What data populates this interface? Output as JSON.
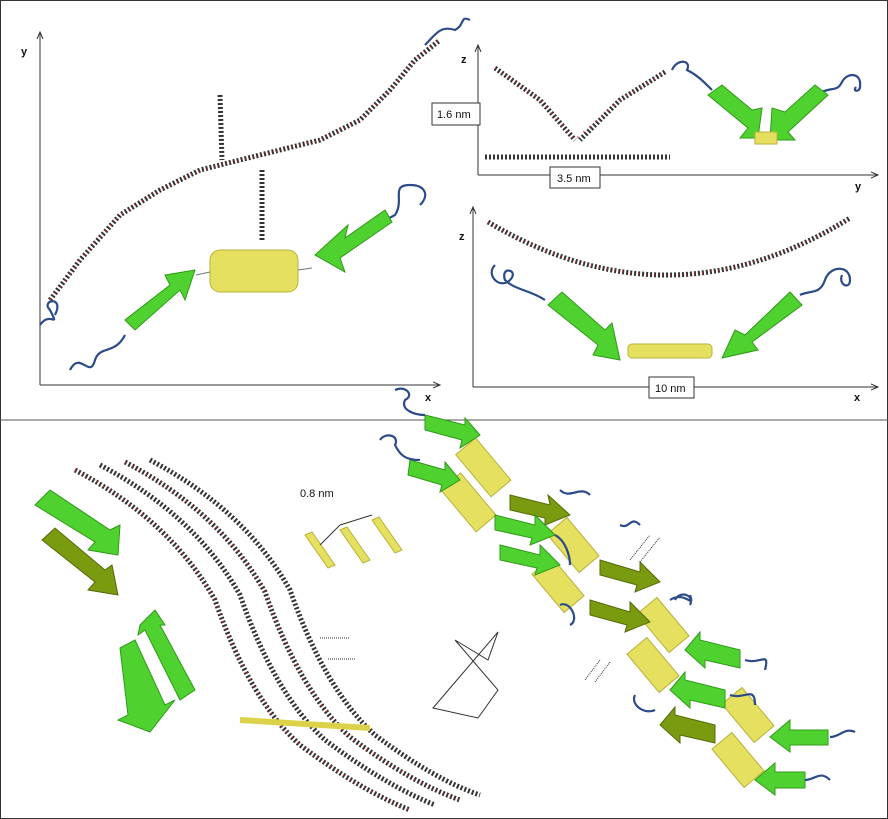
{
  "panels": {
    "top_left": {
      "axis_y": "y",
      "axis_x": "x"
    },
    "top_right": {
      "axis_z": "z",
      "axis_y": "y",
      "height_label": "1.6 nm",
      "width_label": "3.5 nm"
    },
    "middle_right": {
      "axis_z": "z",
      "axis_x": "x",
      "length_label": "10 nm"
    },
    "bottom": {
      "spacing_label": "0.8 nm"
    }
  },
  "colors": {
    "beta_strand": "#4fd12f",
    "core": "#e6e061",
    "coil": "#2c4b8a"
  }
}
